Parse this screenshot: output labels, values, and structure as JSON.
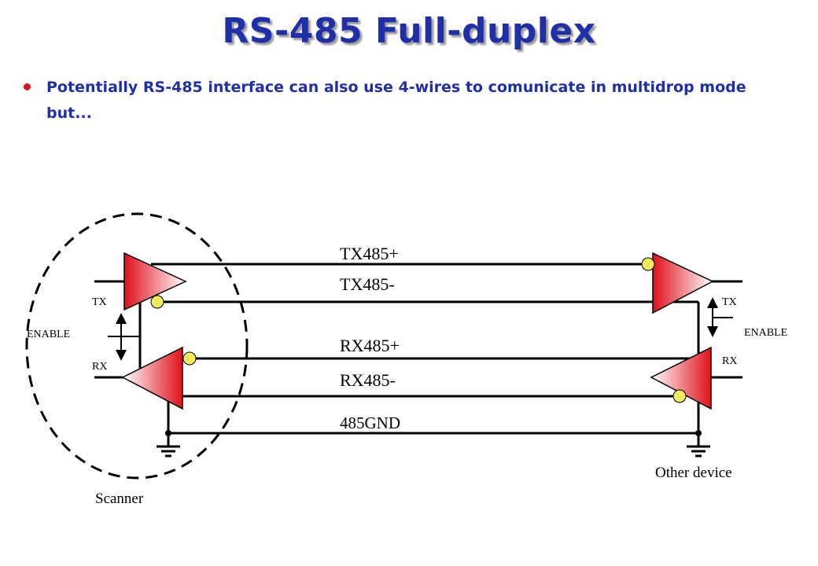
{
  "title": "RS-485 Full-duplex",
  "bullet": {
    "text": "Potentially RS-485 interface can also use 4-wires to comunicate in multidrop mode but...",
    "color": "#e1101a"
  },
  "diagram": {
    "lines": {
      "tx_plus": "TX485+",
      "tx_minus": "TX485-",
      "rx_plus": "RX485+",
      "rx_minus": "RX485-",
      "gnd": "485GND"
    },
    "left_device": {
      "tx": "TX",
      "enable": "ENABLE",
      "rx": "RX",
      "name": "Scanner"
    },
    "right_device": {
      "tx": "TX",
      "enable": "ENABLE",
      "rx": "RX",
      "name": "Other device"
    },
    "colors": {
      "driver_red": "#e0101c",
      "node_yellow": "#f5f060",
      "title_blue": "#1f2fa8"
    }
  }
}
